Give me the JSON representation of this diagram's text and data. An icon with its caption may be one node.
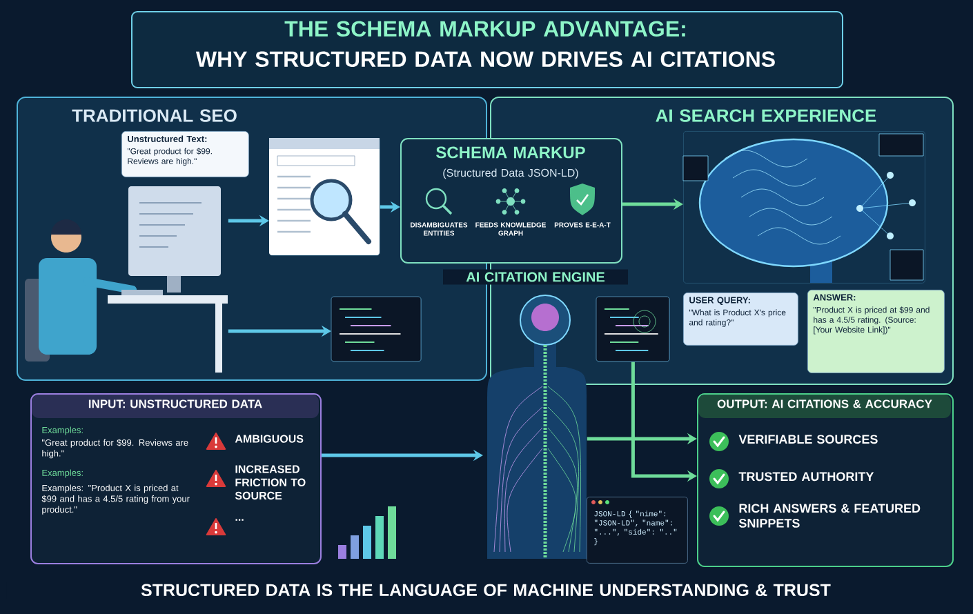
{
  "diagram": {
    "nodes": [
      {
        "text": [
          "THE SCHEMA MARKUP ADVANTAGE:",
          "WHY STRUCTURED DATA NOW DRIVES AI CITATIONS"
        ]
      },
      {
        "text": [
          "TRADITIONAL SEO"
        ]
      },
      {
        "text": [
          "Unstructured Text:",
          "\"Great product for $99. Reviews are high.\""
        ],
        "in": 1
      },
      {
        "text": [],
        "shape": "person",
        "in": 1
      },
      {
        "text": [],
        "shape": "picture",
        "in": 1
      },
      {
        "text": [
          "SCHEMA MARKUP",
          "(Structured Data JSON-LD)",
          "DISAMBIGUATES ENTITIES",
          "FEEDS KNOWLEDGE GRAPH",
          "PROVES E-E-A-T"
        ]
      },
      {
        "text": [
          "AI SEARCH EXPERIENCE"
        ]
      },
      {
        "text": [],
        "shape": "picture",
        "in": 6
      },
      {
        "text": [
          "USER QUERY:",
          "\"What is Product X's price and rating?\""
        ],
        "in": 6
      },
      {
        "text": [
          "ANSWER:",
          "\"Product X is priced at $99 and has a 4.5/5 rating. (Source: [Your Website Link])\""
        ],
        "in": 6
      },
      {
        "text": [],
        "shape": "person"
      },
      {
        "text": [],
        "shape": "picture",
        "in": 1
      },
      {
        "text": [],
        "shape": "picture",
        "in": 6
      },
      {
        "text": [
          "INPUT: UNSTRUCTURED DATA",
          "Examples:",
          "\"Great product for $99. Reviews are high.\"",
          "Examples:",
          "Examples: \"Product X is priced at $99 and has a 4.5/5 rating from your product.\"",
          "AMBIGUOUS",
          "INCREASED FRICTION TO SOURCE",
          "..."
        ]
      },
      {
        "text": [
          "OUTPUT: AI CITATIONS & ACCURACY",
          "VERIFIABLE SOURCES",
          "TRUSTED AUTHORITY",
          "RICH ANSWERS & FEATURED SNIPPETS"
        ]
      },
      {
        "text": [
          "JSON-LD { \"nime\": \"JSON-LD\", \"name\": \"...\", \"side\": \"..\" }"
        ]
      }
    ],
    "edges": [
      {
        "from": 3,
        "to": 4,
        "arrow": "to"
      },
      {
        "from": 4,
        "to": 5,
        "arrow": "to"
      },
      {
        "from": 5,
        "to": 7,
        "arrow": "to",
        "color": "#6fdc9a"
      },
      {
        "from": 3,
        "to": 11,
        "arrow": "to"
      },
      {
        "from": 13,
        "to": 10,
        "arrow": "to"
      },
      {
        "from": 10,
        "to": 14,
        "arrow": "to",
        "color": "#6fdc9a"
      },
      {
        "from": 12,
        "to": 14,
        "arrow": "to",
        "color": "#6fdc9a"
      }
    ],
    "labels": [
      "AI CITATION ENGINE",
      "STRUCTURED DATA IS THE LANGUAGE OF MACHINE UNDERSTANDING & TRUST"
    ]
  }
}
